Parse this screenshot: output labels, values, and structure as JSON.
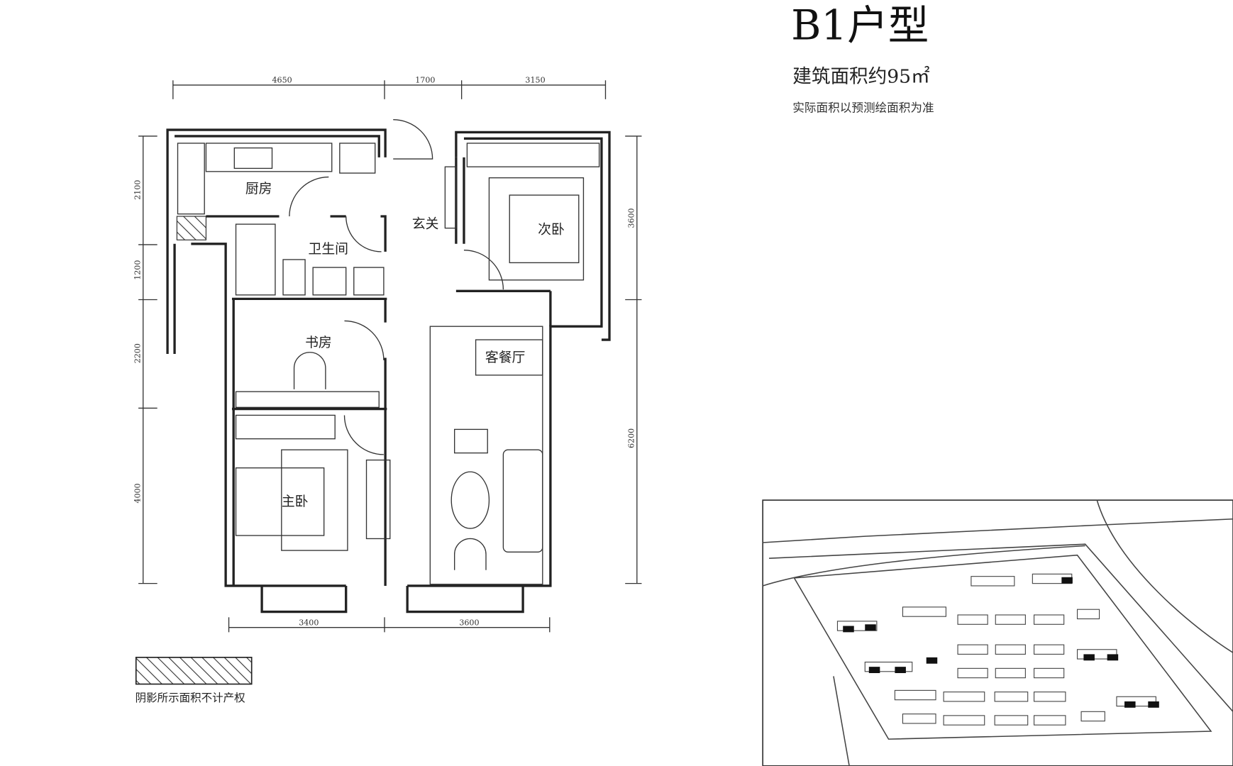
{
  "title": {
    "unit_type": "B1户型",
    "area": "建筑面积约95㎡",
    "note": "实际面积以预测绘面积为准"
  },
  "rooms": {
    "kitchen": "厨房",
    "bathroom": "卫生间",
    "entrance": "玄关",
    "second_bedroom": "次卧",
    "study": "书房",
    "living_dining": "客餐厅",
    "master_bedroom": "主卧"
  },
  "dimensions": {
    "top": [
      "4650",
      "1700",
      "3150"
    ],
    "left": [
      "2100",
      "1200",
      "2200",
      "4000"
    ],
    "right": [
      "3600",
      "6200"
    ],
    "bottom": [
      "3400",
      "3600"
    ]
  },
  "legend": {
    "hatch_label": "阴影所示面积不计产权"
  }
}
